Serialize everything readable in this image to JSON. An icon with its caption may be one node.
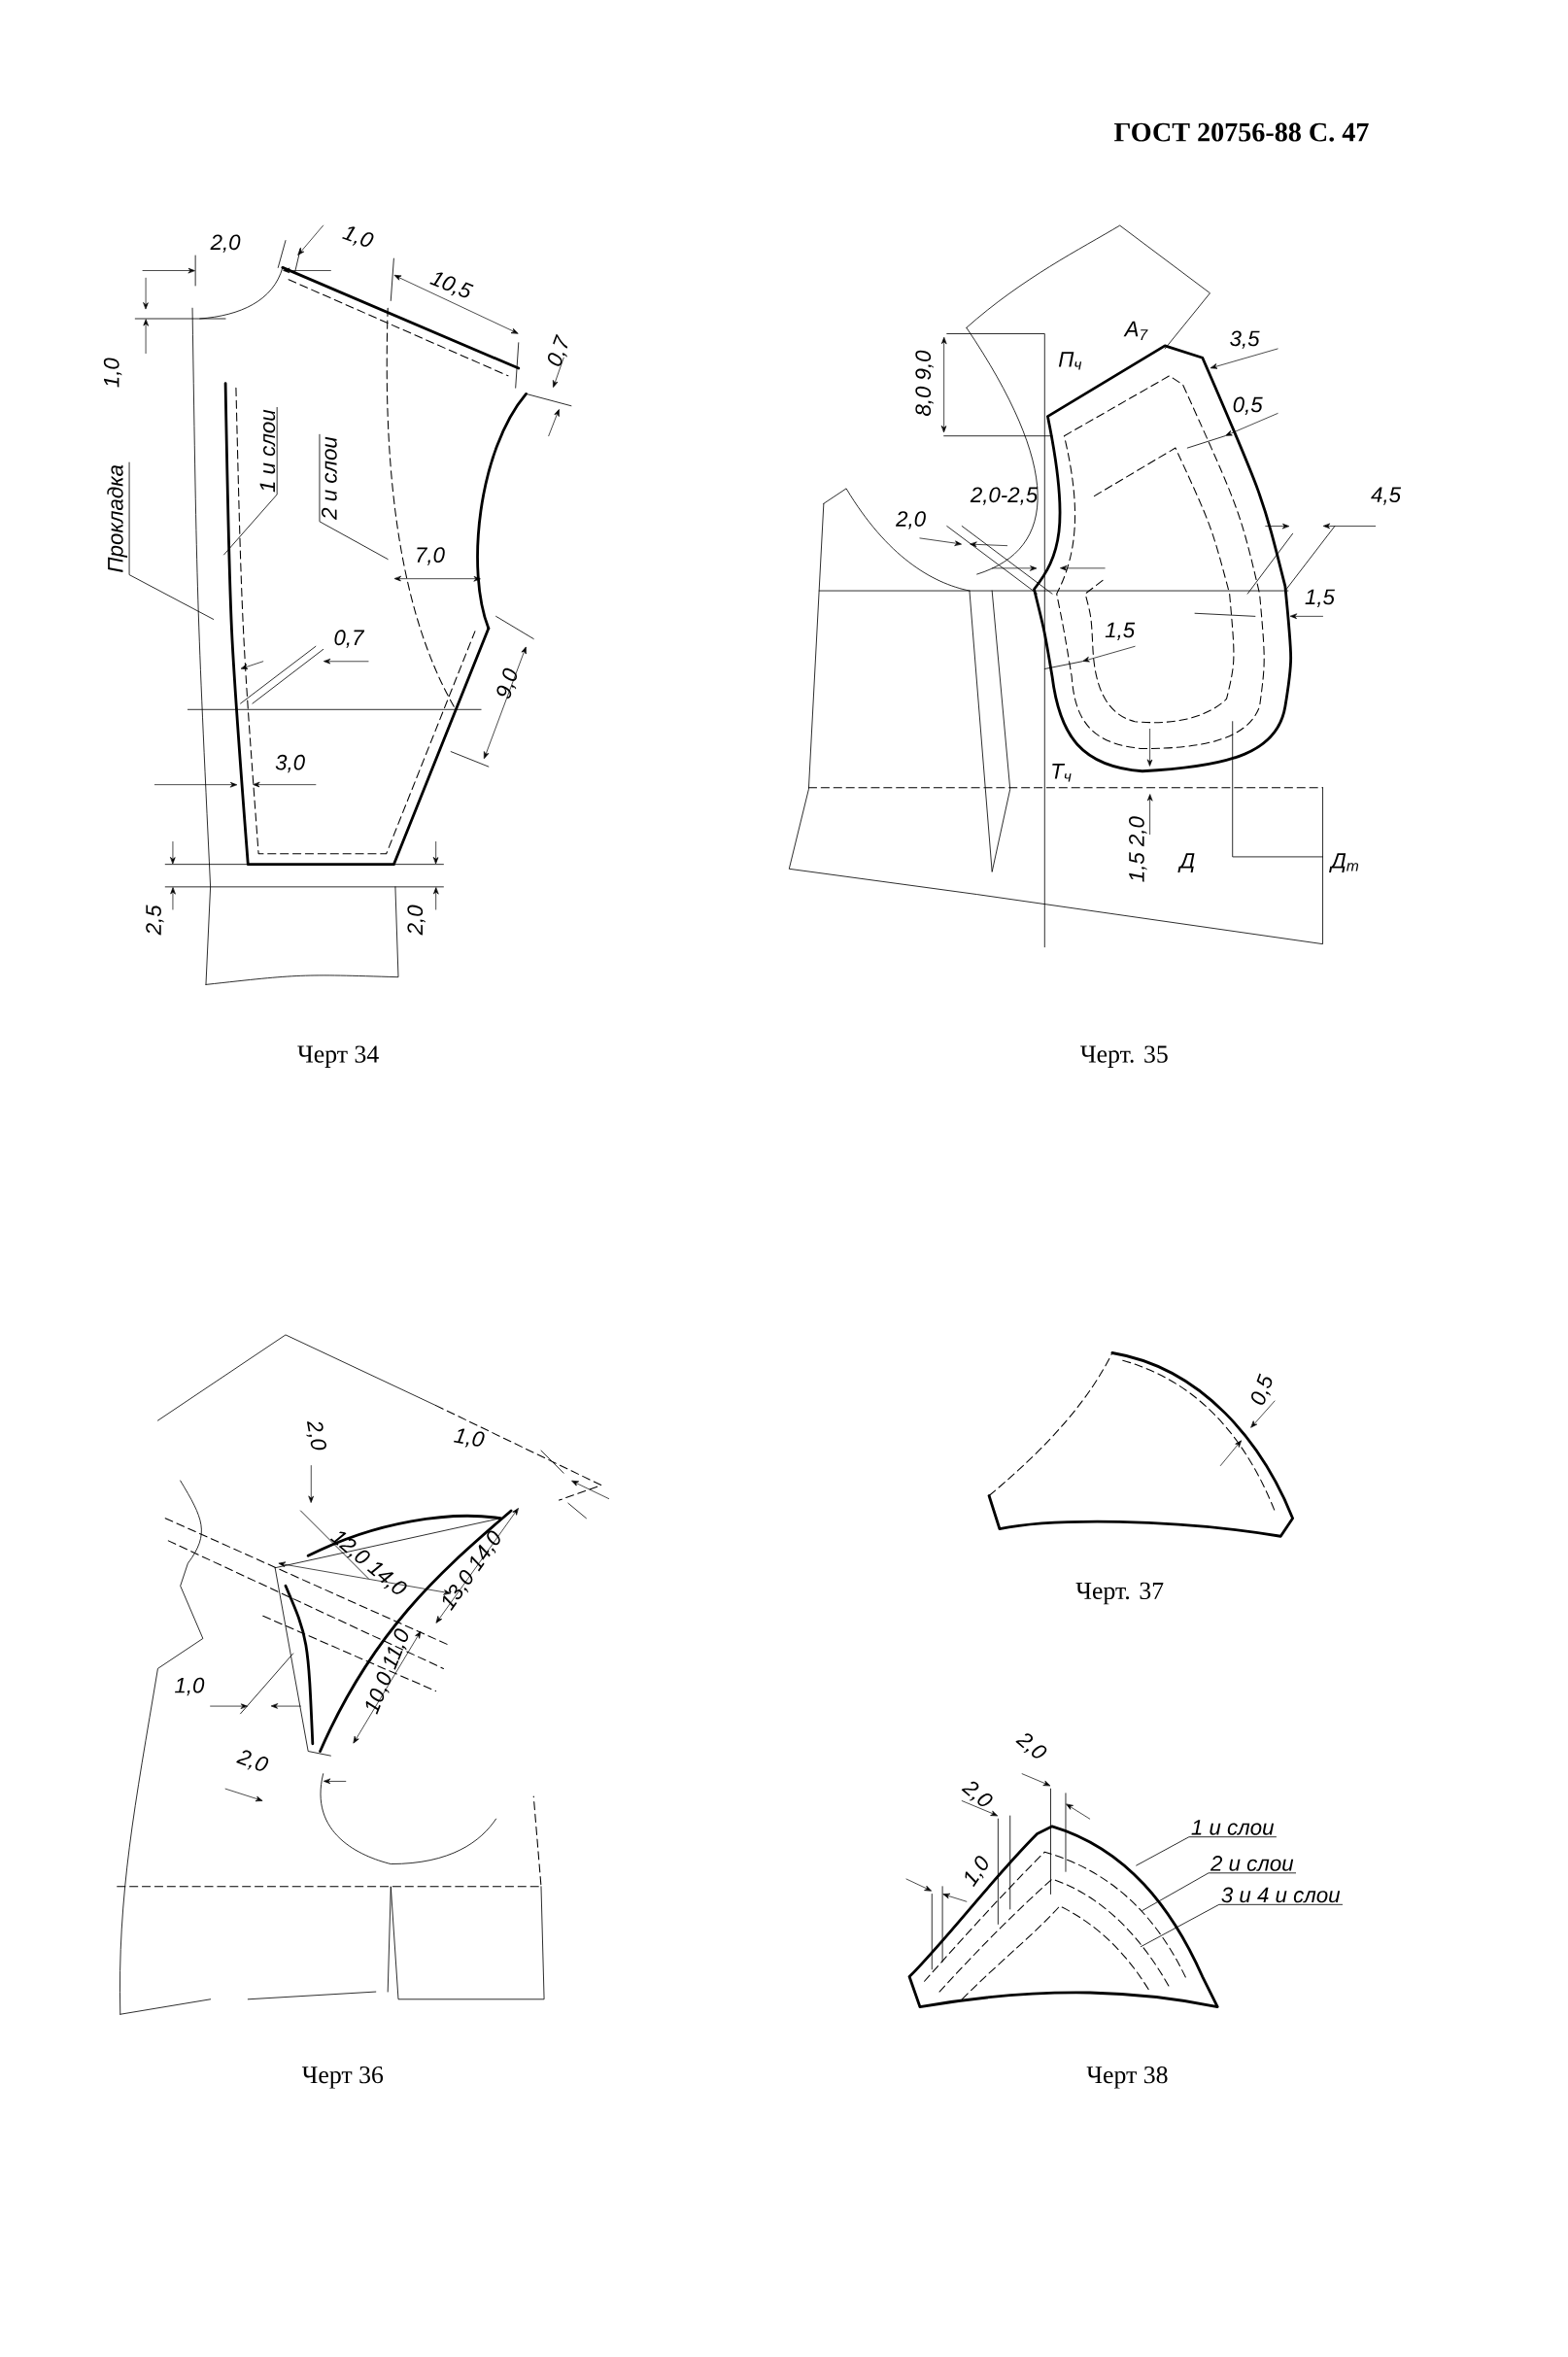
{
  "diagram": {
    "title": "ГОСТ 20756-88 С. 47",
    "nodes": [
      {
        "text": [
          "Прокладка"
        ]
      },
      {
        "text": [
          "1 и слои"
        ]
      },
      {
        "text": [
          "2 и слои"
        ]
      },
      {
        "text": [
          "1 и слои"
        ]
      },
      {
        "text": [
          "2 и слои"
        ]
      },
      {
        "text": [
          "3 и 4 и слои"
        ]
      }
    ],
    "edges": [
      {
        "from": 0,
        "to": null,
        "arrow": "none"
      },
      {
        "from": 1,
        "to": null,
        "arrow": "none"
      },
      {
        "from": 2,
        "to": null,
        "arrow": "none"
      },
      {
        "from": 3,
        "to": null,
        "arrow": "none"
      },
      {
        "from": 4,
        "to": null,
        "arrow": "none"
      },
      {
        "from": 5,
        "to": null,
        "arrow": "none"
      }
    ],
    "labels": [
      "2,0",
      "1,0",
      "10,5",
      "1,0",
      "0,7",
      "7,0",
      "0,7",
      "9,0",
      "3,0",
      "2,5",
      "2,0",
      "Черт 34",
      "8,0 9,0",
      "П$_{ч}$",
      "А$_{7}$",
      "3,5",
      "0,5",
      "2,0-2,5",
      "2,0",
      "4,5",
      "1,5",
      "1,5",
      "Т$_{ч}$",
      "1,5 2,0",
      "Д",
      "Д$_{т}$",
      "Черт. 35",
      "2,0",
      "1,0",
      "12,0 14,0",
      "13,0 14,0",
      "1,0",
      "10,0 11,0",
      "2,0",
      "Черт 36",
      "0,5",
      "Черт. 37",
      "2,0",
      "2,0",
      "1,0",
      "Черт 38"
    ]
  }
}
